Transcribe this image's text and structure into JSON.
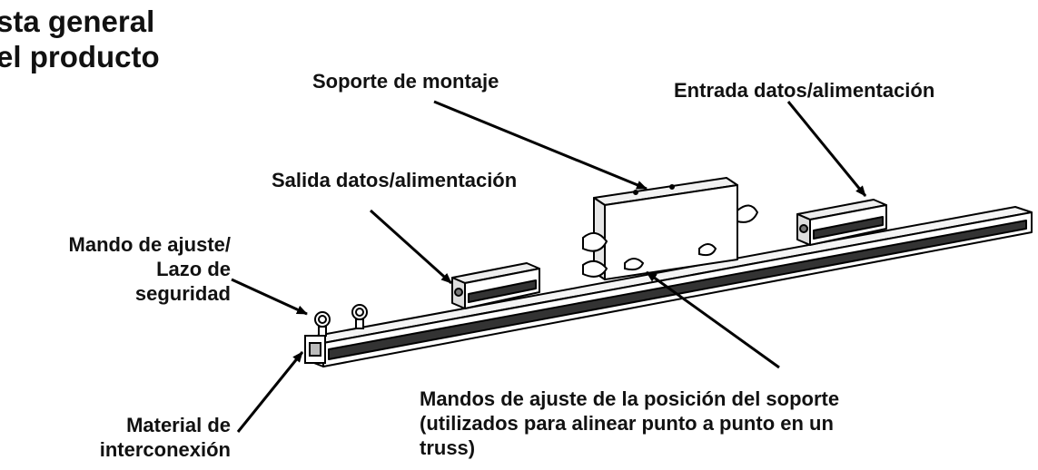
{
  "header": {
    "line1": "sta general",
    "line2": "el producto"
  },
  "labels": {
    "mounting_bracket": "Soporte de montaje",
    "data_power_in": "Entrada datos/alimentación",
    "data_power_out": "Salida datos/alimentación",
    "knob_line1": "Mando de ajuste/",
    "knob_line2": "Lazo de",
    "knob_line3": "seguridad",
    "link_line1": "Material de",
    "link_line2": "interconexión",
    "bracket_knobs_line1": "Mandos de ajuste de la posición del soporte",
    "bracket_knobs_line2": "(utilizados para alinear punto a punto en un",
    "bracket_knobs_line3": "truss)"
  }
}
